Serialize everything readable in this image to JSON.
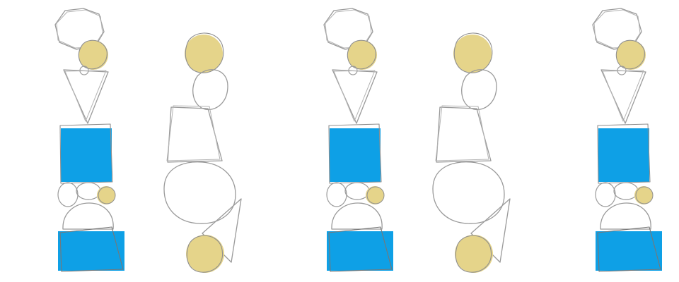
{
  "pattern": {
    "type": "hand-drawn stacked shapes",
    "repeating_units": 3,
    "columns_per_unit": 2,
    "background": "#ffffff",
    "colors": {
      "outline": "#9a9a9a",
      "yellow": "#e5d48a",
      "blue": "#0ea0e6"
    },
    "left_column_shapes": [
      "hexagon-outline",
      "yellow-circle",
      "small-ring",
      "downward-triangle-outline",
      "blue-square",
      "two-ovals-and-yellow-circle",
      "dome-outline",
      "blue-rectangle"
    ],
    "right_column_shapes": [
      "yellow-circle",
      "tilted-oval-outline",
      "trapezoid-outline",
      "large-circle-outline",
      "slanted-triangle-outline",
      "yellow-circle"
    ]
  }
}
